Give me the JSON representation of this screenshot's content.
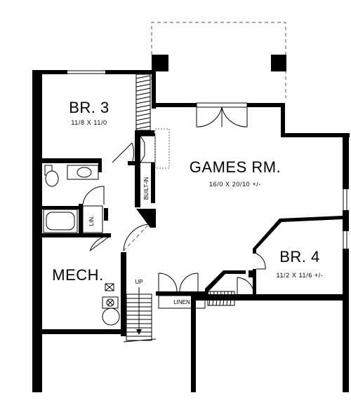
{
  "rooms": {
    "br3": {
      "name": "BR. 3",
      "size": "11/8  X  11/0"
    },
    "games": {
      "name": "GAMES RM.",
      "size": "16/0  X  20/10  +/-"
    },
    "br4": {
      "name": "BR. 4",
      "size": "11/2  X  11/6  +/-"
    },
    "mech": {
      "name": "MECH."
    }
  },
  "labels": {
    "built_in": "BUILT-IN",
    "linen": "LINEN",
    "lin": "LIN.",
    "up": "UP"
  },
  "colors": {
    "wall": "#000000",
    "background": "#ffffff"
  }
}
